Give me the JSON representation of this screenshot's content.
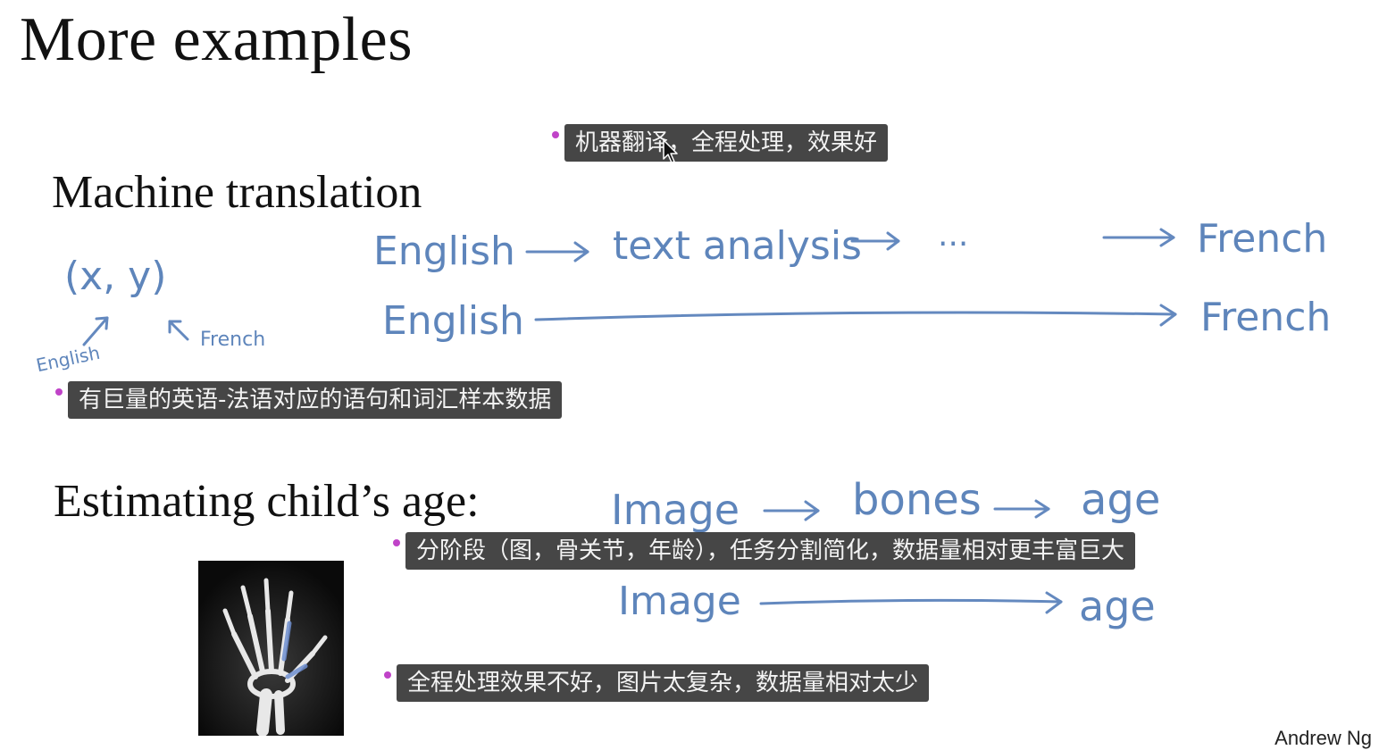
{
  "slide": {
    "title": "More examples",
    "footer": "Andrew Ng"
  },
  "machine_translation": {
    "heading": "Machine translation",
    "pair_label": "(x, y)",
    "x_label": "English",
    "y_label": "French",
    "pipeline": {
      "input": "English",
      "step1": "text analysis",
      "ellipsis": "...",
      "output": "French"
    },
    "end_to_end": {
      "input": "English",
      "output": "French"
    },
    "subtitle_top": "机器翻译，全程处理，效果好",
    "subtitle_bottom": "有巨量的英语-法语对应的语句和词汇样本数据"
  },
  "age_estimation": {
    "heading": "Estimating child’s age:",
    "pipeline": {
      "input": "Image",
      "step1": "bones",
      "output": "age"
    },
    "end_to_end": {
      "input": "Image",
      "output": "age"
    },
    "subtitle_top": "分阶段（图，骨关节，年龄），任务分割简化，数据量相对更丰富巨大",
    "subtitle_bottom": "全程处理效果不好，图片太复杂，数据量相对太少",
    "image_icon": "hand-xray-image"
  },
  "colors": {
    "handwriting": "#5e85bb",
    "subtitle_bg": "#282828",
    "bullet": "#c043c8"
  }
}
